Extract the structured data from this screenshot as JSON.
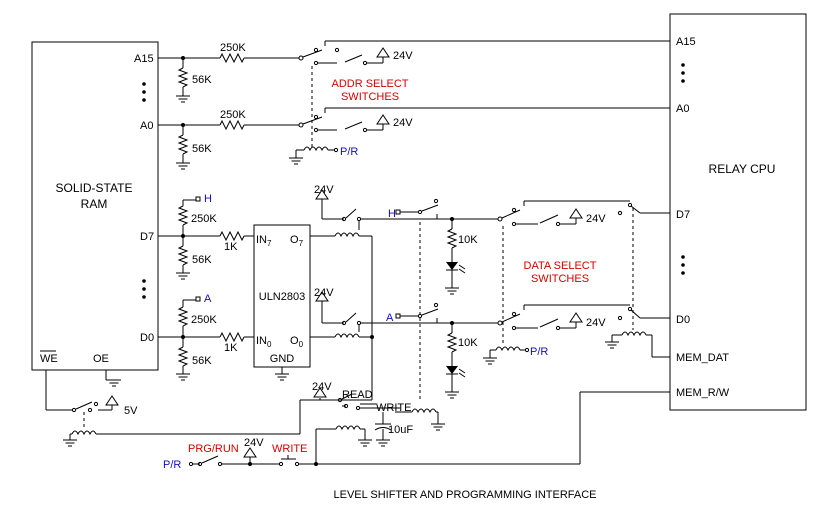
{
  "ram": {
    "title_line1": "SOLID-STATE",
    "title_line2": "RAM",
    "a15": "A15",
    "a0": "A0",
    "d7": "D7",
    "d0": "D0",
    "we": "WE",
    "oe": "OE"
  },
  "cpu": {
    "title": "RELAY CPU",
    "a15": "A15",
    "a0": "A0",
    "d7": "D7",
    "d0": "D0",
    "mem_dat": "MEM_DAT",
    "mem_rw": "MEM_R/W"
  },
  "driver": {
    "name": "ULN2803",
    "in7_main": "IN",
    "in7_sub": "7",
    "out7_main": "O",
    "out7_sub": "7",
    "in0_main": "IN",
    "in0_sub": "0",
    "out0_main": "O",
    "out0_sub": "0",
    "gnd": "GND"
  },
  "resistors": {
    "r250k": "250K",
    "r56k": "56K",
    "r1k": "1K",
    "r10k": "10K"
  },
  "capacitor": {
    "value": "10uF"
  },
  "supplies": {
    "v24": "24V",
    "v5": "5V"
  },
  "signals": {
    "h": "H",
    "a": "A",
    "pr": "P/R",
    "read": "READ",
    "write_coil": "WRITE"
  },
  "switch_labels": {
    "addr_line1": "ADDR SELECT",
    "addr_line2": "SWITCHES",
    "data_line1": "DATA SELECT",
    "data_line2": "SWITCHES",
    "prg_run": "PRG/RUN",
    "write": "WRITE"
  },
  "caption": "LEVEL SHIFTER AND PROGRAMMING INTERFACE",
  "colors": {
    "label_red": "#d40000",
    "label_blue": "#1010c0",
    "ink": "#000000"
  }
}
